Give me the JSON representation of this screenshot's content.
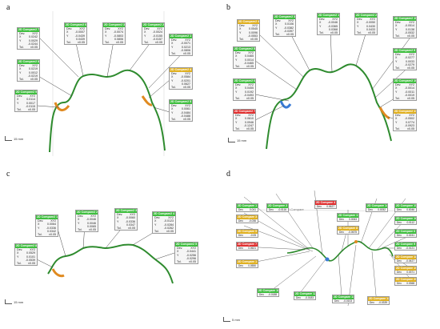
{
  "panels": [
    {
      "id": "a",
      "letter": "a",
      "scale_label": "15 mm",
      "callouts": [
        {
          "title": "2D Compare2 7",
          "color": "g",
          "rows": [
            [
              "Dev.",
              "XY2"
            ],
            [
              "X",
              "0.0242"
            ],
            [
              "Y",
              "0.0029"
            ],
            [
              "",
              "-0.0244"
            ],
            [
              "Tol.",
              "±0.05"
            ]
          ]
        },
        {
          "title": "2D Compare2 6",
          "color": "g",
          "rows": [
            [
              "Dev.",
              "XY2"
            ],
            [
              "X",
              "-0.0007"
            ],
            [
              "Y",
              "-0.0439"
            ],
            [
              "",
              "0.0439"
            ],
            [
              "Tol.",
              "±0.05"
            ]
          ]
        },
        {
          "title": "2D Compare2 3",
          "color": "g",
          "rows": [
            [
              "Dev.",
              "XY2"
            ],
            [
              "X",
              "-0.0074"
            ],
            [
              "Y",
              "-0.0803"
            ],
            [
              "",
              "0.0806"
            ],
            [
              "Tol.",
              "±0.05"
            ]
          ]
        },
        {
          "title": "2D Compare2 2",
          "color": "g",
          "rows": [
            [
              "Dev.",
              "XY2"
            ],
            [
              "X",
              "-0.0024"
            ],
            [
              "Y",
              "-0.0155"
            ],
            [
              "",
              "-0.0157"
            ],
            [
              "Tol.",
              "±0.05"
            ]
          ]
        },
        {
          "title": "2D Compare2 1",
          "color": "g",
          "rows": [
            [
              "Dev.",
              "XY2"
            ],
            [
              "X",
              "-0.0071"
            ],
            [
              "Y",
              "0.0213"
            ],
            [
              "",
              "-0.0806"
            ],
            [
              "Tol.",
              "±0.05"
            ]
          ]
        },
        {
          "title": "2D Compare2 8",
          "color": "g",
          "rows": [
            [
              "Dev.",
              "XY2"
            ],
            [
              "X",
              "0.0219"
            ],
            [
              "Y",
              "0.0012"
            ],
            [
              "",
              "-0.0219"
            ],
            [
              "Tol.",
              "±0.05"
            ]
          ]
        },
        {
          "title": "2D Compare2 4",
          "color": "y",
          "rows": [
            [
              "Dev.",
              "XY2"
            ],
            [
              "X",
              "-0.0584"
            ],
            [
              "Y",
              "-0.0201"
            ],
            [
              "",
              "0.0627"
            ],
            [
              "Tol.",
              "±0.05"
            ]
          ]
        },
        {
          "title": "2D Compare2 9",
          "color": "g",
          "rows": [
            [
              "Dev.",
              "XY2"
            ],
            [
              "X",
              "0.0114"
            ],
            [
              "Y",
              "0.0017"
            ],
            [
              "",
              "-0.0115"
            ],
            [
              "Tol.",
              "±0.05"
            ]
          ]
        },
        {
          "title": "2D Compare2 5",
          "color": "g",
          "rows": [
            [
              "Dev.",
              "XY2"
            ],
            [
              "X",
              "0.0061"
            ],
            [
              "Y",
              "-0.0484"
            ],
            [
              "",
              "-0.0488"
            ],
            [
              "Tol.",
              "±0.05"
            ]
          ]
        }
      ]
    },
    {
      "id": "b",
      "letter": "b",
      "scale_label": "15 mm",
      "callouts": [
        {
          "title": "2D Compare2 4",
          "color": "y",
          "rows": [
            [
              "Dev.",
              "XY2"
            ],
            [
              "X",
              "0.0545"
            ],
            [
              "Y",
              "0.0096"
            ],
            [
              "",
              "-0.0553"
            ],
            [
              "Tol.",
              "±0.05"
            ]
          ]
        },
        {
          "title": "2D Compare2 3",
          "color": "g",
          "rows": [
            [
              "Dev.",
              "XY2"
            ],
            [
              "X",
              "0.0106"
            ],
            [
              "Y",
              "-0.0382"
            ],
            [
              "",
              "-0.0397"
            ],
            [
              "Tol.",
              "±0.05"
            ]
          ]
        },
        {
          "title": "2D Compare2 1",
          "color": "g",
          "rows": [
            [
              "Dev.",
              "XY2"
            ],
            [
              "X",
              "-0.0046"
            ],
            [
              "Y",
              "-0.0365"
            ],
            [
              "",
              "0.0368"
            ],
            [
              "Tol.",
              "±0.05"
            ]
          ]
        },
        {
          "title": "2D Compare2 2",
          "color": "g",
          "rows": [
            [
              "Dev.",
              "XY2"
            ],
            [
              "X",
              "-0.0050"
            ],
            [
              "Y",
              "0.0430"
            ],
            [
              "",
              "0.0433"
            ],
            [
              "Tol.",
              "±0.05"
            ]
          ]
        },
        {
          "title": "2D Compare2 10",
          "color": "g",
          "rows": [
            [
              "Dev.",
              "XY2"
            ],
            [
              "X",
              "-0.0514"
            ],
            [
              "Y",
              "0.0138"
            ],
            [
              "",
              "-0.0532"
            ],
            [
              "Tol.",
              "±0.05"
            ]
          ]
        },
        {
          "title": "2D Compare2 5",
          "color": "g",
          "rows": [
            [
              "Dev.",
              "XY2"
            ],
            [
              "X",
              "0.0465"
            ],
            [
              "Y",
              "0.0014"
            ],
            [
              "",
              "-0.0465"
            ],
            [
              "Tol.",
              "±0.05"
            ]
          ]
        },
        {
          "title": "2D Compare2 9",
          "color": "g",
          "rows": [
            [
              "Dev.",
              "XY2"
            ],
            [
              "X",
              "-0.0277"
            ],
            [
              "Y",
              "0.0033"
            ],
            [
              "",
              "-0.0279"
            ],
            [
              "Tol.",
              "±0.05"
            ]
          ]
        },
        {
          "title": "2D Compare2 6",
          "color": "g",
          "rows": [
            [
              "Dev.",
              "XY2"
            ],
            [
              "X",
              "0.0455"
            ],
            [
              "Y",
              "0.0192"
            ],
            [
              "",
              "-0.0493"
            ],
            [
              "Tol.",
              "±0.05"
            ]
          ]
        },
        {
          "title": "2D Compare2 10",
          "color": "g",
          "rows": [
            [
              "Dev.",
              "XY2"
            ],
            [
              "X",
              "-0.0014"
            ],
            [
              "Y",
              "-0.0011"
            ],
            [
              "",
              "-0.0019"
            ],
            [
              "Tol.",
              "±0.05"
            ]
          ]
        },
        {
          "title": "2D Compare2 7",
          "color": "r",
          "rows": [
            [
              "Dev.",
              "XY2"
            ],
            [
              "X",
              "0.0610"
            ],
            [
              "Y",
              "0.0946"
            ],
            [
              "",
              "-0.1247"
            ],
            [
              "Tol.",
              "±0.05"
            ]
          ]
        },
        {
          "title": "2D Compare2 11",
          "color": "y",
          "rows": [
            [
              "Dev.",
              "XY2"
            ],
            [
              "X",
              "-0.0502"
            ],
            [
              "Y",
              "0.0774"
            ],
            [
              "",
              "-0.0923"
            ],
            [
              "Tol.",
              "±0.05"
            ]
          ]
        }
      ]
    },
    {
      "id": "c",
      "letter": "c",
      "scale_label": "15 mm",
      "callouts": [
        {
          "title": "2D Compare2 1",
          "color": "g",
          "rows": [
            [
              "Dev.",
              "XY2"
            ],
            [
              "X",
              "0.0064"
            ],
            [
              "Y",
              "-0.0336"
            ],
            [
              "",
              "0.0342"
            ],
            [
              "Tol.",
              "±0.05"
            ]
          ]
        },
        {
          "title": "2D Compare2 2",
          "color": "g",
          "rows": [
            [
              "Dev.",
              "XY2"
            ],
            [
              "X",
              "-0.0046"
            ],
            [
              "Y",
              "0.0046"
            ],
            [
              "",
              "0.0065"
            ],
            [
              "Tol.",
              "±0.05"
            ]
          ]
        },
        {
          "title": "2D Compare2 3",
          "color": "g",
          "rows": [
            [
              "Dev.",
              "XY2"
            ],
            [
              "X",
              "-0.0060"
            ],
            [
              "Y",
              "-0.0336"
            ],
            [
              "",
              "0.0347"
            ],
            [
              "Tol.",
              "±0.05"
            ]
          ]
        },
        {
          "title": "2D Compare2 4",
          "color": "g",
          "rows": [
            [
              "Dev.",
              "XY2"
            ],
            [
              "X",
              "-0.0123"
            ],
            [
              "Y",
              "-0.0284"
            ],
            [
              "",
              "-0.0262"
            ],
            [
              "Tol.",
              "±0.05"
            ]
          ]
        },
        {
          "title": "2D Compare2 8",
          "color": "g",
          "rows": [
            [
              "Dev.",
              "XY2"
            ],
            [
              "X",
              "0.0529"
            ],
            [
              "Y",
              "0.0101"
            ],
            [
              "",
              "-0.0539"
            ],
            [
              "Tol.",
              "±0.05"
            ]
          ]
        },
        {
          "title": "2D Compare2 5",
          "color": "g",
          "rows": [
            [
              "Dev.",
              "XY2"
            ],
            [
              "X",
              "-0.0441"
            ],
            [
              "Y",
              "-0.0256"
            ],
            [
              "",
              "-0.0296"
            ],
            [
              "Tol.",
              "±0.05"
            ]
          ]
        }
      ]
    },
    {
      "id": "d",
      "letter": "d",
      "scale_label": "5 mm",
      "callouts": [
        {
          "title": "2D Compare 1",
          "color": "g",
          "rows": [
            [
              "Dev.",
              "0.041"
            ]
          ]
        },
        {
          "title": "2D Compare 2",
          "color": "g",
          "rows": [
            [
              "Dev.",
              "-0.0116"
            ]
          ]
        },
        {
          "title": "2D Compare 4",
          "color": "r",
          "rows": [
            [
              "Dev.",
              "0.0627"
            ]
          ]
        },
        {
          "title": "2D Compare 14",
          "color": "g",
          "rows": [
            [
              "Dev.",
              "0.0052"
            ]
          ]
        },
        {
          "title": "2D Compare 15",
          "color": "g",
          "rows": [
            [
              "Dev.",
              "0.0046"
            ]
          ]
        },
        {
          "title": "2D Compare 3",
          "color": "y",
          "rows": [
            [
              "Dev.",
              "-0.036"
            ]
          ]
        },
        {
          "title": "2D Compare 17",
          "color": "g",
          "rows": [
            [
              "Dev.",
              "0.0063"
            ]
          ]
        },
        {
          "title": "2D Compare 16",
          "color": "g",
          "rows": [
            [
              "Dev.",
              "0.0112"
            ]
          ]
        },
        {
          "title": "2D Compare 5",
          "color": "y",
          "rows": [
            [
              "Dev.",
              "-0.05"
            ]
          ]
        },
        {
          "title": "2D Compare 8",
          "color": "y",
          "rows": [
            [
              "Dev.",
              "-0.0675"
            ]
          ]
        },
        {
          "title": "2D Compare 6",
          "color": "g",
          "rows": [
            [
              "Dev.",
              "0.0241"
            ]
          ]
        },
        {
          "title": "2D Compare 7",
          "color": "r",
          "rows": [
            [
              "Dev.",
              "0.0621"
            ]
          ]
        },
        {
          "title": "2D Compare 9",
          "color": "g",
          "rows": [
            [
              "Dev.",
              "-0.0121"
            ]
          ]
        },
        {
          "title": "2D Compare 18",
          "color": "y",
          "rows": [
            [
              "Dev.",
              "-0.0427"
            ]
          ]
        },
        {
          "title": "2D Compare 1",
          "color": "y",
          "rows": [
            [
              "Dev.",
              "0.0550"
            ]
          ]
        },
        {
          "title": "2D Compare 19",
          "color": "y",
          "rows": [
            [
              "Dev.",
              "0.0371"
            ]
          ]
        },
        {
          "title": "2D Compare 20",
          "color": "y",
          "rows": [
            [
              "Dev.",
              "0.0368"
            ]
          ]
        },
        {
          "title": "2D Compare 10",
          "color": "g",
          "rows": [
            [
              "Dev.",
              "-0.0188"
            ]
          ]
        },
        {
          "title": "2D Compare 12",
          "color": "g",
          "rows": [
            [
              "Dev.",
              "-0.0183"
            ]
          ]
        },
        {
          "title": "2D Compare 11",
          "color": "g",
          "rows": [
            [
              "Dev.",
              "-0.0103"
            ]
          ]
        },
        {
          "title": "2D Compare 13",
          "color": "y",
          "rows": [
            [
              "Dev.",
              "-0.0339"
            ]
          ]
        }
      ]
    }
  ],
  "panel_d_label": "XY-Compare",
  "colors": {
    "ok": "#3fbf3f",
    "warn": "#e0b020",
    "fail": "#e03030",
    "profile": "#2e8b2e",
    "deviation": "#e08a20",
    "leader": "#444444"
  }
}
